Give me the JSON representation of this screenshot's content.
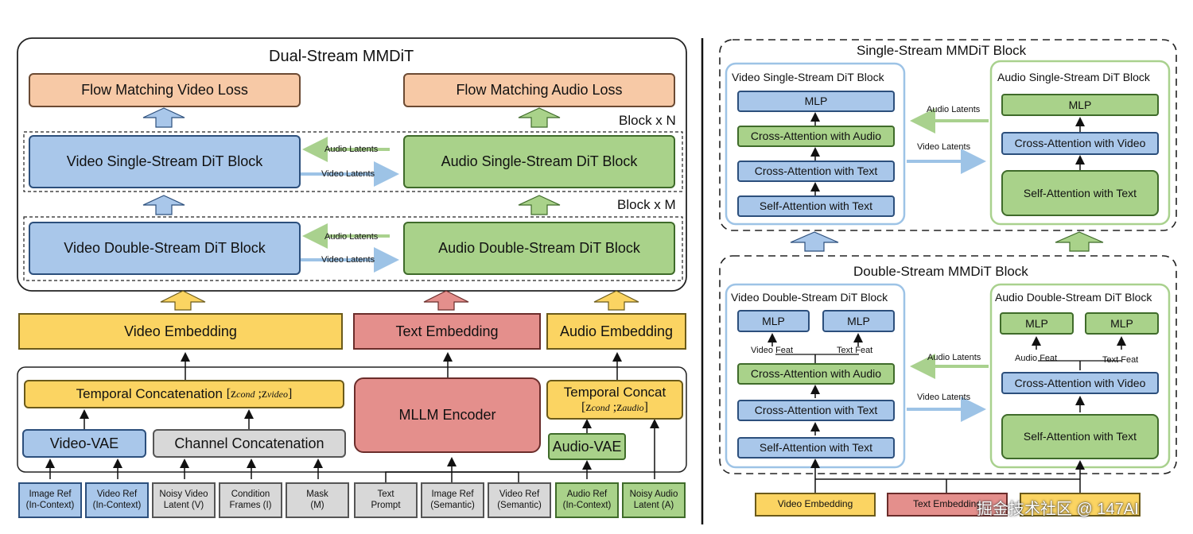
{
  "left": {
    "title": "Dual-Stream MMDiT",
    "video_loss": "Flow Matching Video Loss",
    "audio_loss": "Flow Matching Audio Loss",
    "block_n": "Block x N",
    "block_m": "Block x M",
    "video_single": "Video Single-Stream DiT Block",
    "audio_single": "Audio Single-Stream DiT Block",
    "video_double": "Video Double-Stream DiT Block",
    "audio_double": "Audio Double-Stream DiT Block",
    "audio_latents": "Audio Latents",
    "video_latents": "Video Latents",
    "video_embedding": "Video Embedding",
    "text_embedding": "Text Embedding",
    "audio_embedding": "Audio Embedding",
    "temporal_concat": "Temporal Concatenation",
    "temporal_concat_formula_open": "[z",
    "cond_sub": "cond",
    "sep": " ;z",
    "video_sub": "video",
    "audio_sub": "audio",
    "formula_close": "]",
    "video_vae": "Video-VAE",
    "channel_concat": "Channel Concatenation",
    "mllm_encoder": "MLLM Encoder",
    "temporal_concat_short": "Temporal Concat",
    "audio_vae": "Audio-VAE",
    "inputs": [
      {
        "line1": "Image Ref",
        "line2": "(In-Context)"
      },
      {
        "line1": "Video Ref",
        "line2": "(In-Context)"
      },
      {
        "line1": "Noisy Video",
        "line2": "Latent (V)"
      },
      {
        "line1": "Condition",
        "line2": "Frames (I)"
      },
      {
        "line1": "Mask",
        "line2": "(M)"
      },
      {
        "line1": "Text",
        "line2": "Prompt"
      },
      {
        "line1": "Image Ref",
        "line2": "(Semantic)"
      },
      {
        "line1": "Video Ref",
        "line2": "(Semantic)"
      },
      {
        "line1": "Audio Ref",
        "line2": "(In-Context)"
      },
      {
        "line1": "Noisy Audio",
        "line2": "Latent (A)"
      }
    ]
  },
  "right": {
    "single_title": "Single-Stream MMDiT Block",
    "double_title": "Double-Stream MMDiT Block",
    "video_single_block": "Video Single-Stream DiT Block",
    "audio_single_block": "Audio Single-Stream DiT Block",
    "video_double_block": "Video Double-Stream DiT Block",
    "audio_double_block": "Audio Double-Stream DiT Block",
    "mlp": "MLP",
    "cross_audio": "Cross-Attention with Audio",
    "cross_text": "Cross-Attention with Text",
    "self_text": "Self-Attention with Text",
    "cross_video": "Cross-Attention with Video",
    "audio_latents": "Audio Latents",
    "video_latents": "Video Latents",
    "video_feat": "Video Feat",
    "text_feat": "Text Feat",
    "audio_feat": "Audio Feat",
    "video_embedding": "Video Embedding",
    "text_embedding": "Text Embedding",
    "watermark": "掘金技术社区 @ 147AI"
  },
  "colors": {
    "blue": "#a9c7ea",
    "green": "#a9d28a",
    "orange": "#f7c9a6",
    "yellow": "#fbd462",
    "red": "#e48f8c",
    "gray": "#d8d8d8",
    "arrow_blue": "#9dc3e6",
    "arrow_green": "#a9d18e"
  }
}
